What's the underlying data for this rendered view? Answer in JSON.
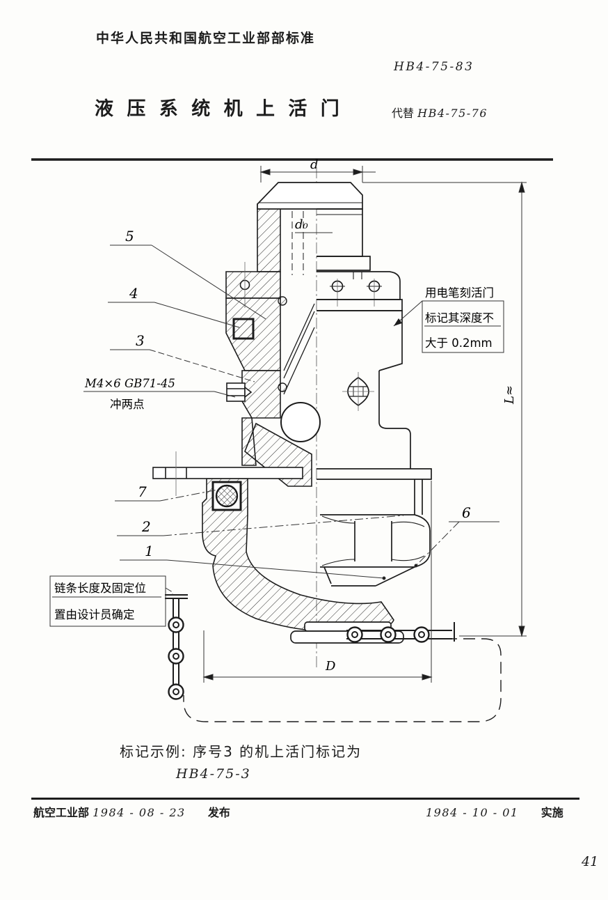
{
  "header": {
    "org_standard": "中华人民共和国航空工业部部标准",
    "standard_no": "HB4-75-83",
    "title": "液 压 系 统 机 上 活 门",
    "replaces_label": "代替",
    "replaces_no": "HB4-75-76"
  },
  "drawing": {
    "dims": {
      "d": "d",
      "d0": "d₀",
      "D": "D",
      "L": "L≈"
    },
    "callouts": {
      "c1": "1",
      "c2": "2",
      "c3": "3",
      "c4": "4",
      "c5": "5",
      "c6": "6",
      "c7": "7"
    },
    "note_screw_line1": "M4×6 GB71-45",
    "note_screw_line2": "冲两点",
    "note_mark_line1": "用电笔刻活门",
    "note_mark_line2": "标记其深度不",
    "note_mark_line3": "大于 0.2mm",
    "note_chain_line1": "链条长度及固定位",
    "note_chain_line2": "置由设计员确定"
  },
  "marking_example": {
    "line1": "标记示例: 序号3 的机上活门标记为",
    "line2": "HB4-75-3"
  },
  "footer": {
    "org": "航空工业部",
    "issue_date": "1984 - 08 - 23",
    "issue_label": "发布",
    "impl_date": "1984 - 10 - 01",
    "impl_label": "实施"
  },
  "page_number": "41",
  "colors": {
    "ink": "#1c1c1c",
    "paper": "#fdfdfb"
  }
}
